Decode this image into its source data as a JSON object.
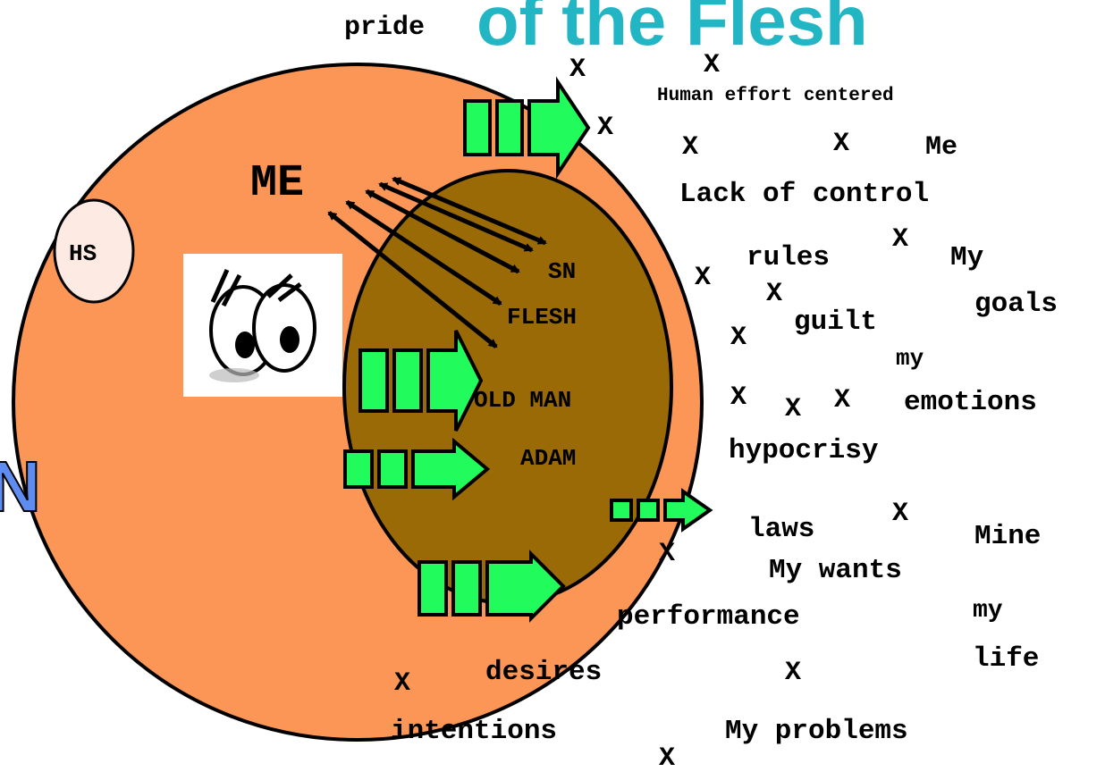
{
  "title": {
    "prefix": "pride",
    "main": "of the Flesh"
  },
  "left_edge_letter": "N",
  "labels": {
    "holy_spirit": "HS",
    "me": "ME",
    "sn": "SN",
    "flesh": "FLESH",
    "old_man": "OLD MAN",
    "adam": "ADAM"
  },
  "words": {
    "human_effort": "Human effort centered",
    "me_word": "Me",
    "lack_of_control": "Lack of control",
    "rules": "rules",
    "my_goals_1": "My",
    "my_goals_2": "goals",
    "guilt": "guilt",
    "my_emotions_1": "my",
    "my_emotions_2": "emotions",
    "hypocrisy": "hypocrisy",
    "laws": "laws",
    "mine": "Mine",
    "my_wants": "My wants",
    "performance": "performance",
    "my_life_1": "my",
    "my_life_2": "life",
    "desires": "desires",
    "intentions": "intentions",
    "my_problems": "My problems"
  },
  "x_mark": "X",
  "colors": {
    "outer_circle": "#fb9656",
    "inner_oval": "#9a6a07",
    "hs_oval": "#fdeae2",
    "arrow_fill": "#22fb5c",
    "title": "#22b5c4",
    "edge_letter": "#5f8cf0"
  },
  "icons": {
    "eyes": "cartoon-eyes-icon"
  }
}
